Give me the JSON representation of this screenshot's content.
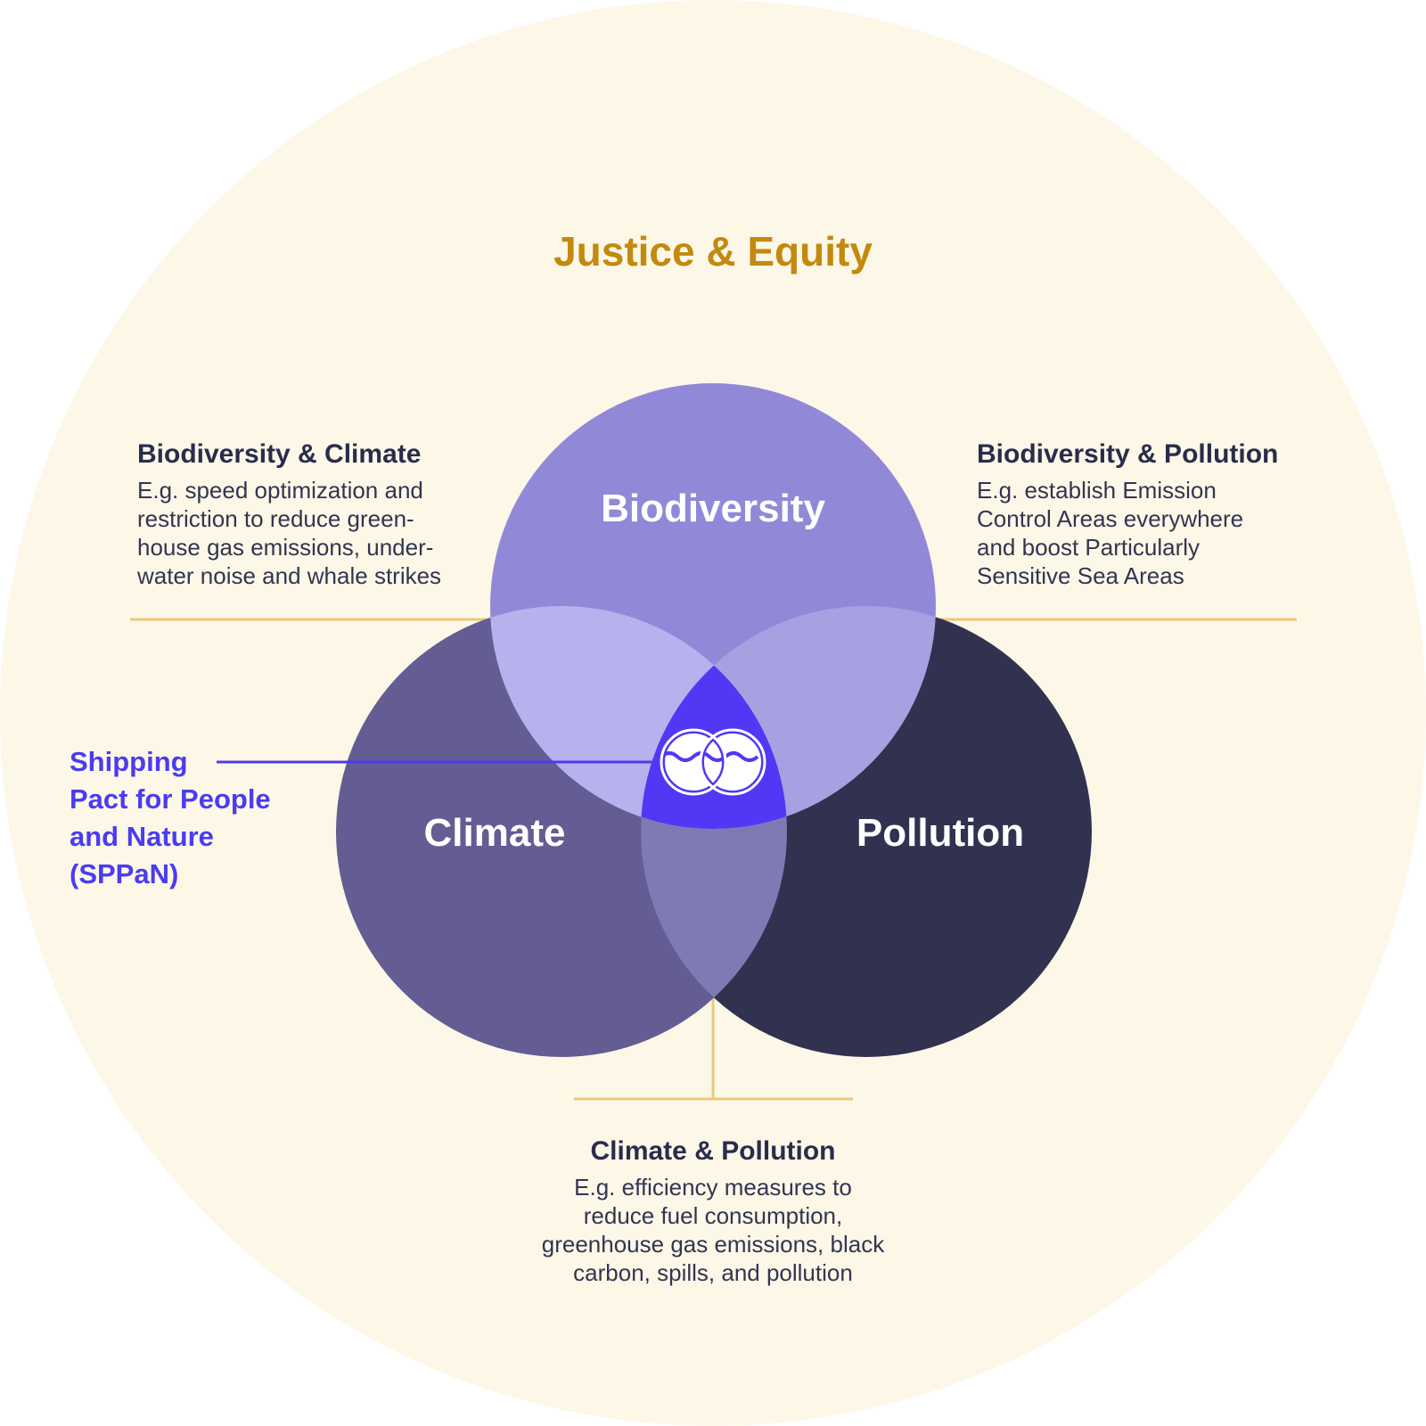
{
  "outer": {
    "title": "Justice & Equity",
    "color": "#fdf7e8",
    "title_color": "#c28a0e"
  },
  "circles": {
    "biodiversity": {
      "label": "Biodiversity",
      "color": "#9189d8"
    },
    "climate": {
      "label": "Climate",
      "color": "#635d93"
    },
    "pollution": {
      "label": "Pollution",
      "color": "#313150"
    }
  },
  "overlaps": {
    "biodiversity_climate_color": "#b7b1ee",
    "biodiversity_pollution_color": "#a7a1e2",
    "climate_pollution_color": "#7f7ab4",
    "center_color": "#5038f4"
  },
  "annotations": {
    "biodiversity_climate": {
      "heading": "Biodiversity & Climate",
      "lines": [
        "E.g. speed optimization and",
        "restriction to reduce green-",
        "house gas emissions, under-",
        "water noise and whale strikes"
      ]
    },
    "biodiversity_pollution": {
      "heading": "Biodiversity & Pollution",
      "lines": [
        "E.g. establish Emission",
        "Control Areas everywhere",
        "and boost Particularly",
        "Sensitive Sea Areas"
      ]
    },
    "climate_pollution": {
      "heading": "Climate & Pollution",
      "lines": [
        "E.g. efficiency measures to",
        "reduce fuel consumption,",
        "greenhouse gas emissions, black",
        "carbon, spills, and pollution"
      ]
    },
    "center": {
      "lines": [
        "Shipping",
        "Pact for People",
        "and Nature",
        "(SPPaN)"
      ],
      "color": "#4a3cf0",
      "icon": "two-circles-waves-icon"
    }
  },
  "connector_color": "#ecc978"
}
